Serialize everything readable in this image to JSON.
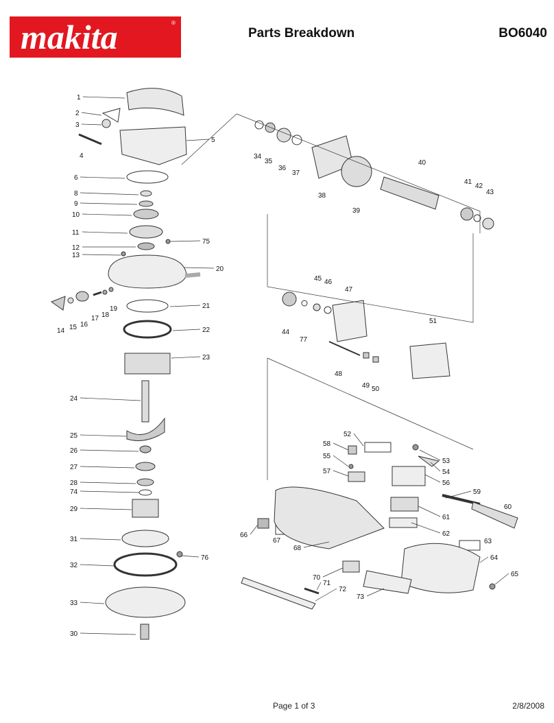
{
  "header": {
    "brand": "makita",
    "title": "Parts Breakdown",
    "model": "BO6040"
  },
  "footer": {
    "page": "Page 1 of 3",
    "date": "2/8/2008"
  },
  "colors": {
    "brand_red": "#e2171f",
    "line": "#333333"
  },
  "part_numbers": [
    "1",
    "2",
    "3",
    "4",
    "5",
    "6",
    "8",
    "9",
    "10",
    "11",
    "12",
    "13",
    "14",
    "15",
    "16",
    "17",
    "18",
    "19",
    "20",
    "21",
    "22",
    "23",
    "24",
    "25",
    "26",
    "27",
    "28",
    "29",
    "30",
    "31",
    "32",
    "33",
    "34",
    "35",
    "36",
    "37",
    "38",
    "39",
    "40",
    "41",
    "42",
    "43",
    "44",
    "45",
    "46",
    "47",
    "48",
    "49",
    "50",
    "51",
    "52",
    "53",
    "54",
    "55",
    "56",
    "57",
    "58",
    "59",
    "60",
    "61",
    "62",
    "63",
    "64",
    "65",
    "66",
    "67",
    "68",
    "70",
    "71",
    "72",
    "73",
    "74",
    "75",
    "76",
    "77"
  ]
}
